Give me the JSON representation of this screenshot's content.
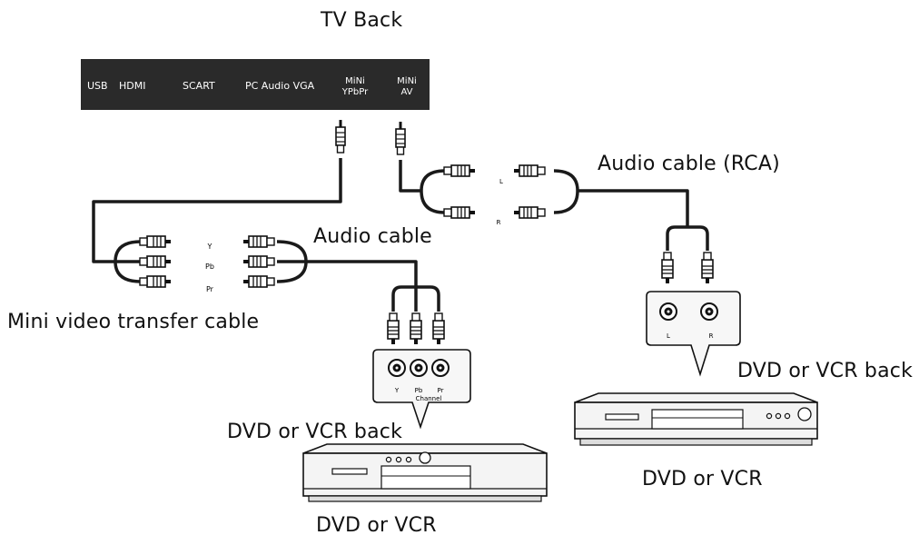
{
  "tv": {
    "title": "TV Back",
    "ports": {
      "usb": "USB",
      "hdmi": "HDMI",
      "scart": "SCART",
      "pc": "PC Audio VGA",
      "ypbpr_1": "MiNi",
      "ypbpr_2": "YPbPr",
      "av_1": "MiNi",
      "av_2": "AV"
    }
  },
  "cables": {
    "mini_video": "Mini video transfer cable",
    "audio": "Audio cable",
    "audio_rca": "Audio cable (RCA)"
  },
  "component_splitter": {
    "y": "Y",
    "pb": "Pb",
    "pr": "Pr"
  },
  "rca_splitter": {
    "l": "L",
    "r": "R"
  },
  "panel_component": {
    "y": "Y",
    "pb": "Pb",
    "pr": "Pr",
    "channel": "Channel"
  },
  "panel_audio": {
    "l": "L",
    "r": "R"
  },
  "devices": {
    "left_back": "DVD or VCR back",
    "left_name": "DVD or VCR",
    "right_back": "DVD or VCR back",
    "right_name": "DVD or VCR"
  },
  "colors": {
    "panel": "#2a2a2a",
    "cable": "#1a1a1a",
    "device_fill": "#f4f4f4"
  },
  "icons": [
    "rca-plug-icon",
    "mini-jack-icon",
    "jack-socket-icon",
    "dvd-player-icon"
  ]
}
